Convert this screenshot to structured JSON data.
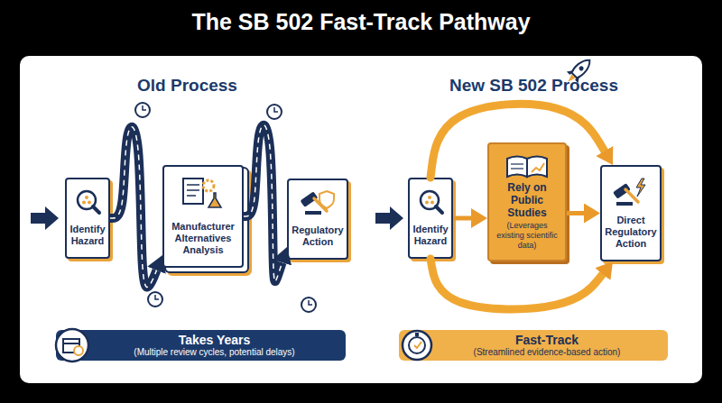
{
  "diagram": {
    "title": "The SB 502 Fast-Track Pathway",
    "nodes": [
      {
        "text": [
          "Identify Hazard"
        ]
      },
      {
        "text": [
          "Manufacturer Alternatives Analysis"
        ]
      },
      {
        "text": [
          "Regulatory Action"
        ]
      },
      {
        "text": [
          "Takes Years",
          "(Multiple review cycles, potential delays)"
        ]
      },
      {
        "text": [
          "Identify Hazard"
        ]
      },
      {
        "text": [
          "Rely on Public Studies",
          "(Leverages existing scientific data)"
        ]
      },
      {
        "text": [
          "Direct Regulatory Action"
        ]
      },
      {
        "text": [
          "Fast-Track",
          "(Streamlined evidence-based action)"
        ]
      }
    ],
    "edges": [
      {
        "from": 0,
        "to": 1,
        "arrow": "to"
      },
      {
        "from": 1,
        "to": 2,
        "arrow": "to"
      },
      {
        "from": 4,
        "to": 5,
        "arrow": "to"
      },
      {
        "from": 5,
        "to": 6,
        "arrow": "to"
      },
      {
        "from": 4,
        "to": 6,
        "arrow": "to"
      },
      {
        "from": 4,
        "to": 6,
        "arrow": "to"
      }
    ],
    "labels": [
      "Old Process",
      "New SB 502 Process"
    ]
  }
}
